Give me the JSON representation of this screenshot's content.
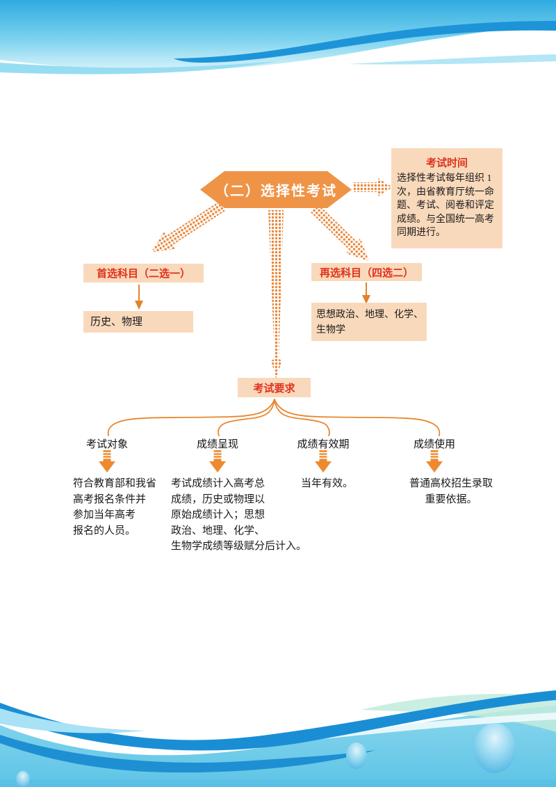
{
  "flowchart": {
    "root_label": "（二）选择性考试",
    "exam_time": {
      "title": "考试时间",
      "body": "选择性考试每年组织 1\n次，由省教育厅统一命\n题、考试、阅卷和评定\n成绩。与全国统一高考\n同期进行。"
    },
    "first_subject": {
      "title": "首选科目（二选一）",
      "options": "历史、物理"
    },
    "second_subject": {
      "title": "再选科目（四选二）",
      "options": "思想政治、地理、化学、\n生物学"
    },
    "requirements": {
      "title": "考试要求",
      "branches": [
        {
          "label": "考试对象",
          "desc": "符合教育部和我省\n高考报名条件并\n参加当年高考\n报名的人员。"
        },
        {
          "label": "成绩呈现",
          "desc": "考试成绩计入高考总\n成绩，历史或物理以\n原始成绩计入；思想\n政治、地理、化学、\n生物学成绩等级赋分后计入。"
        },
        {
          "label": "成绩有效期",
          "desc": "当年有效。"
        },
        {
          "label": "成绩使用",
          "desc": "普通高校招生录取\n重要依据。"
        }
      ]
    }
  },
  "colors": {
    "accent_orange": "#EF9347",
    "box_fill": "#F9D9BB",
    "title_red": "#E0301C",
    "arrow_orange": "#ED8A2F",
    "wave_blue": "#1D94D8",
    "wave_aqua": "#7FD2EA"
  }
}
